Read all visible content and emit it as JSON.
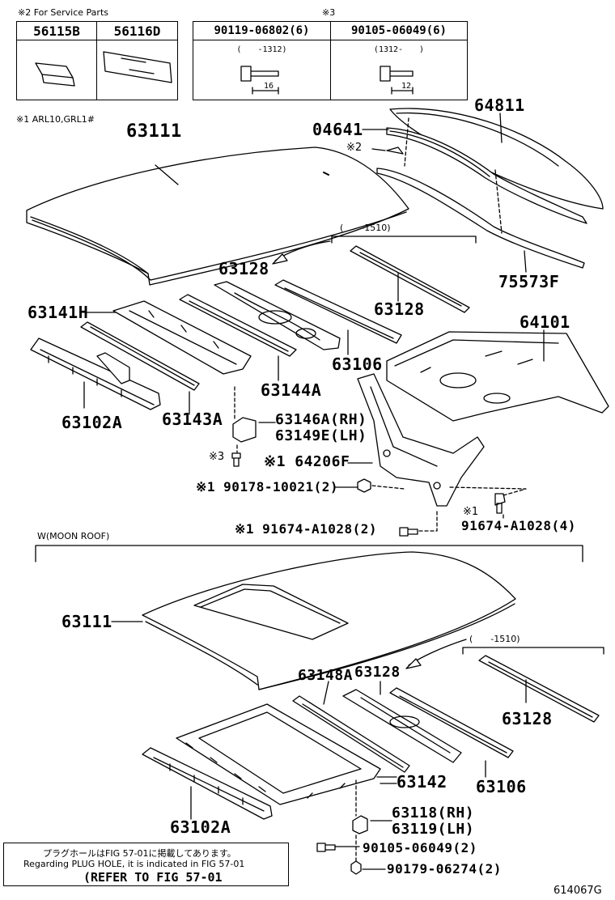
{
  "service_parts": {
    "heading": "※2 For Service Parts",
    "parts": [
      "56115B",
      "56116D"
    ]
  },
  "bolts": {
    "heading": "※3",
    "columns": [
      {
        "part": "90119-06802(6)",
        "range": "(　　-1312)",
        "length": "16"
      },
      {
        "part": "90105-06049(6)",
        "range": "(1312-　　)",
        "length": "12"
      }
    ]
  },
  "applicability_note": "※1 ARL10,GRL1#",
  "section_top": {
    "labels": {
      "roof_panel": "63111",
      "back_window_glass": "64811",
      "weatherstrip": "04641",
      "mark2": "※2",
      "range_bracket": "(　　-1510)",
      "bow_upper": "63128",
      "bow_lower": "63128",
      "seal": "75573F",
      "reinf_h": "63141H",
      "panel_64101": "64101",
      "front_header": "63102A",
      "bow_63106": "63106",
      "bow_63144a": "63144A",
      "bow_63143a": "63143A",
      "bracket_rh": "63146A(RH)",
      "bracket_lh": "63149E(LH)",
      "mark3": "※3",
      "pillar": "※1 64206F",
      "nut_1": "※1 90178-10021(2)",
      "bolt_a": "※1",
      "bolt_a_part": "91674-A1028(4)",
      "bolt_b": "※1 91674-A1028(2)"
    }
  },
  "section_moon_roof": {
    "heading": "W(MOON ROOF)",
    "labels": {
      "roof_panel": "63111",
      "range_bracket": "(　　-1510)",
      "bow_63148a": "63148A",
      "bow_63128a": "63128",
      "bow_63128b": "63128",
      "bow_63142": "63142",
      "bow_63106": "63106",
      "front_header": "63102A",
      "bracket_rh": "63118(RH)",
      "bracket_lh": "63119(LH)",
      "bolt": "90105-06049(2)",
      "clip": "90179-06274(2)"
    }
  },
  "footer_note": {
    "line_ja": "プラグホールはFIG 57-01に掲載してあります。",
    "line_en": "Regarding PLUG HOLE, it is indicated in FIG 57-01",
    "line_ref": "(REFER TO FIG 57-01"
  },
  "figure_code": "614067G"
}
